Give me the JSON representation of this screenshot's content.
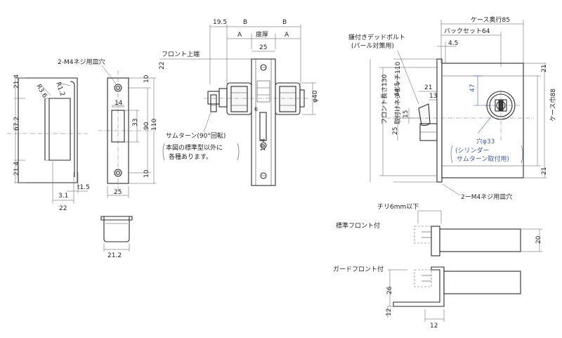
{
  "front_view": {
    "screw_hole_label": "2-M4ネジ用皿穴",
    "dims": {
      "width_14": "14",
      "height_33": "33",
      "height_90": "90",
      "height_110": "110",
      "top_10": "10",
      "bottom_10": "10",
      "top_22": "22",
      "width_25": "25"
    }
  },
  "strike_view": {
    "dims": {
      "top_21_4": "21.4",
      "middle_67_2": "67.2",
      "bottom_21_4": "21.4",
      "radius_3_6": "R3.6",
      "radius_1_2": "R1.2",
      "offset_3_1": "3.1",
      "thickness_1_5": "t1.5",
      "width_22": "22"
    }
  },
  "box_view": {
    "dim_21_2": "21.2"
  },
  "side_view": {
    "dims": {
      "dim_19_5": "19.5",
      "b_left": "B",
      "b_right": "B",
      "a_left": "A",
      "a_right": "A",
      "door_thickness": "扉厚",
      "width_25": "25",
      "dia_40": "φ40",
      "dim_6": "6",
      "dim_10_4": "10.4"
    },
    "front_top_label": "フロント上端",
    "thumbturn_label": "サムターン(90°回転)",
    "note_line1": "本図の標準型以外に",
    "note_line2": "各種あります。"
  },
  "case_view": {
    "case_depth": "ケース奥行85",
    "backset": "バックセット64",
    "dim_4_5": "4.5",
    "deadbolt_label_1": "鎌付きデッドボルト",
    "deadbolt_label_2": "(バール対策用)",
    "front_length": "フロント長さ130",
    "screw_pitch": "取付けネジピッチ110",
    "dims": {
      "dim_64_5": "64.5",
      "dim_21": "21",
      "dim_13": "13",
      "dim_15": "15",
      "dim_25": "25",
      "dim_47": "47",
      "top_21": "21",
      "bottom_21": "21"
    },
    "hole_label": "穴φ33",
    "hole_note_1": "(シリンダー",
    "hole_note_2": "サムターン取付用)",
    "case_width": "ケース巾88",
    "screw_hole_label": "2ーM4ネジ用皿穴"
  },
  "front_variants": {
    "chiri_label": "チリ6mm以下",
    "standard_label": "標準フロント付",
    "guard_label": "ガードフロント付",
    "dim_20": "20",
    "dim_26": "26",
    "dim_12_v": "12",
    "dim_12_h": "12"
  },
  "colors": {
    "line": "#2a2a2a",
    "accent_blue": "#3a5ba8"
  }
}
